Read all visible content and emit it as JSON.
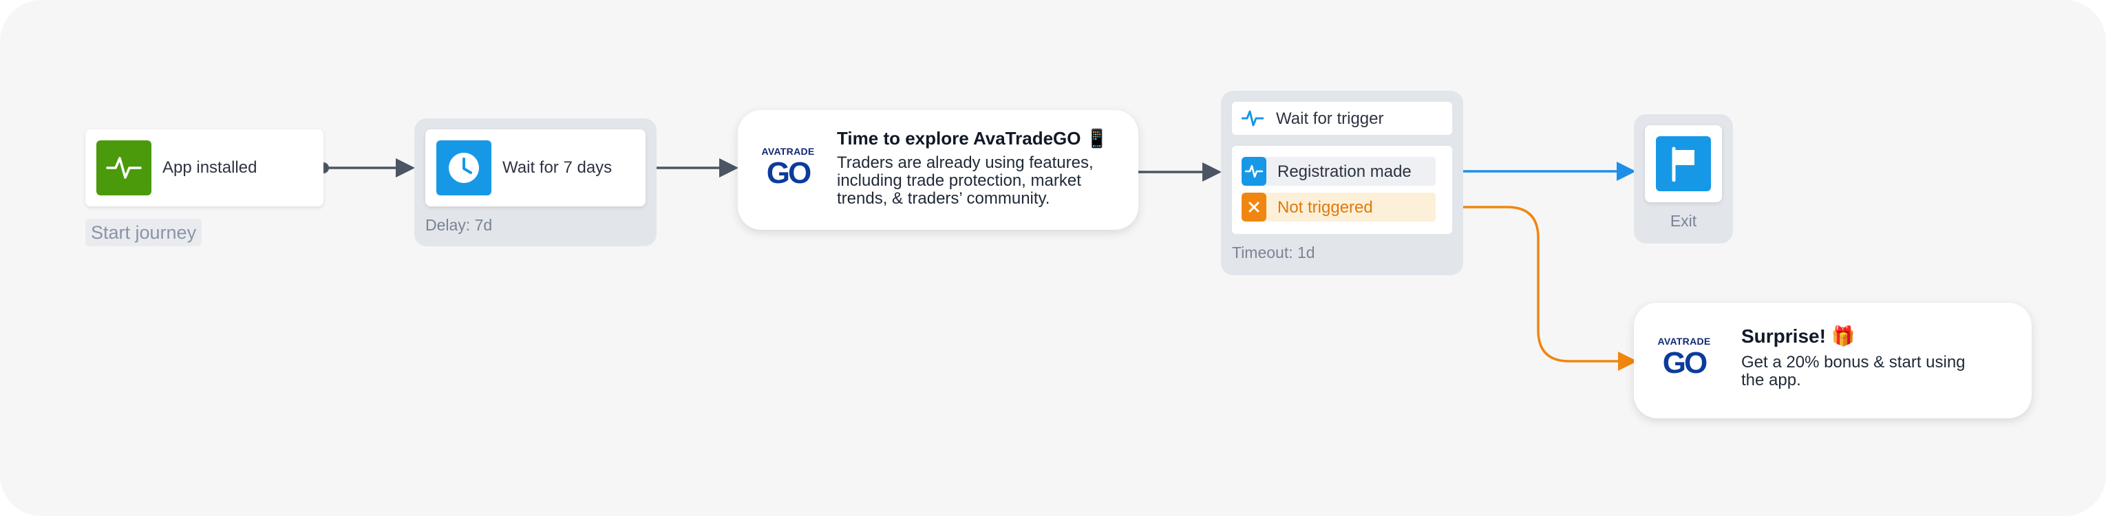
{
  "nodes": {
    "start": {
      "label": "App installed",
      "caption": "Start journey"
    },
    "delay": {
      "label": "Wait for 7 days",
      "caption": "Delay: 7d"
    },
    "message1": {
      "logo_brand": "AVATRADE",
      "logo_mark": "GO",
      "title": "Time to explore AvaTradeGO 📱",
      "body": "Traders are already using features, including trade protection, market trends, & traders’ community."
    },
    "trigger": {
      "header": "Wait for trigger",
      "branches": [
        {
          "label": "Registration made",
          "status": "triggered"
        },
        {
          "label": "Not triggered",
          "status": "not-triggered"
        }
      ],
      "caption": "Timeout: 1d"
    },
    "exit": {
      "caption": "Exit"
    },
    "message2": {
      "logo_brand": "AVATRADE",
      "logo_mark": "GO",
      "title": "Surprise! 🎁",
      "body": "Get a 20% bonus & start using the app."
    }
  },
  "colors": {
    "canvas": "#f6f6f6",
    "panel": "#e2e5ea",
    "wire_default": "#4b5563",
    "wire_triggered": "#1d8fe8",
    "wire_not_triggered": "#f0860f",
    "start_icon": "#4b9a0c",
    "delay_icon": "#1698e6",
    "exit_icon": "#1698e6",
    "not_triggered_bg": "#fdf0d8"
  },
  "icons": {
    "start": "activity-pulse-icon",
    "delay": "clock-icon",
    "trigger": "activity-pulse-icon",
    "registration": "activity-pulse-icon",
    "not_triggered": "close-x-icon",
    "exit": "flag-icon"
  }
}
